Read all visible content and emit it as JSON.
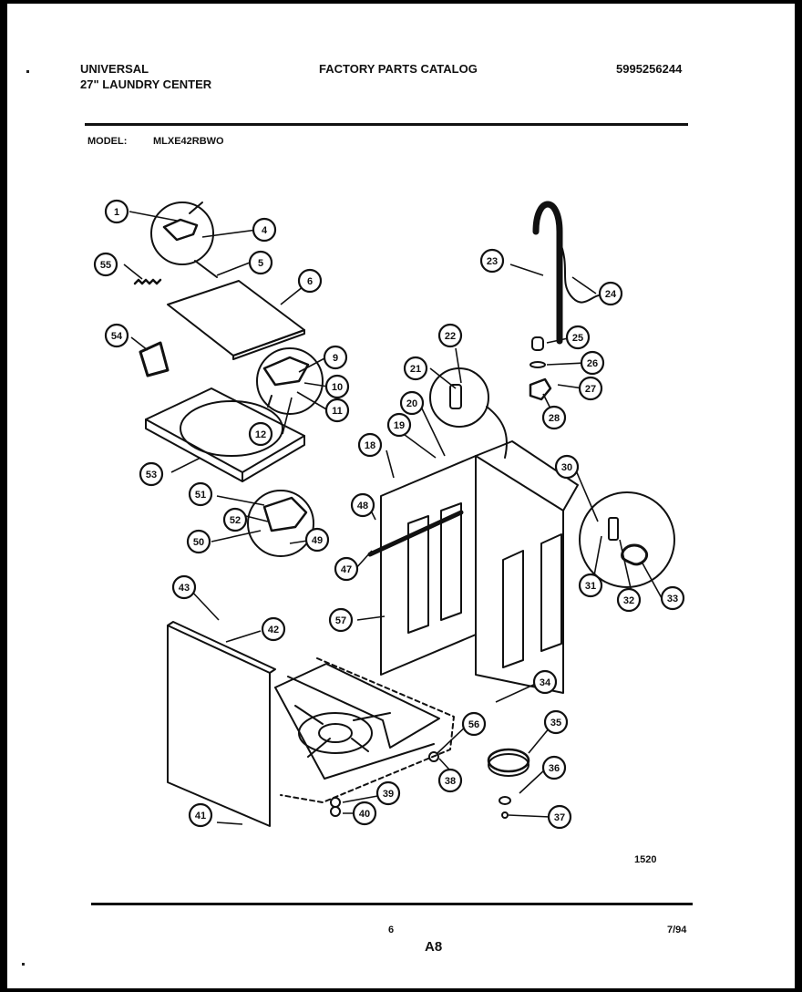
{
  "header": {
    "brand": "UNIVERSAL",
    "product": "27\" LAUNDRY CENTER",
    "catalog_title": "FACTORY PARTS CATALOG",
    "catalog_number": "5995256244"
  },
  "model": {
    "label": "MODEL:",
    "value": "MLXE42RBWO"
  },
  "diagram": {
    "part_callouts": [
      "1",
      "4",
      "5",
      "6",
      "9",
      "10",
      "11",
      "12",
      "18",
      "19",
      "20",
      "21",
      "22",
      "23",
      "24",
      "25",
      "26",
      "27",
      "28",
      "30",
      "31",
      "32",
      "33",
      "34",
      "35",
      "36",
      "37",
      "38",
      "39",
      "40",
      "41",
      "42",
      "43",
      "47",
      "48",
      "49",
      "50",
      "51",
      "52",
      "53",
      "54",
      "55",
      "56",
      "57"
    ],
    "figure_code": "1520"
  },
  "footer": {
    "page_number": "6",
    "section": "A8",
    "date": "7/94"
  }
}
